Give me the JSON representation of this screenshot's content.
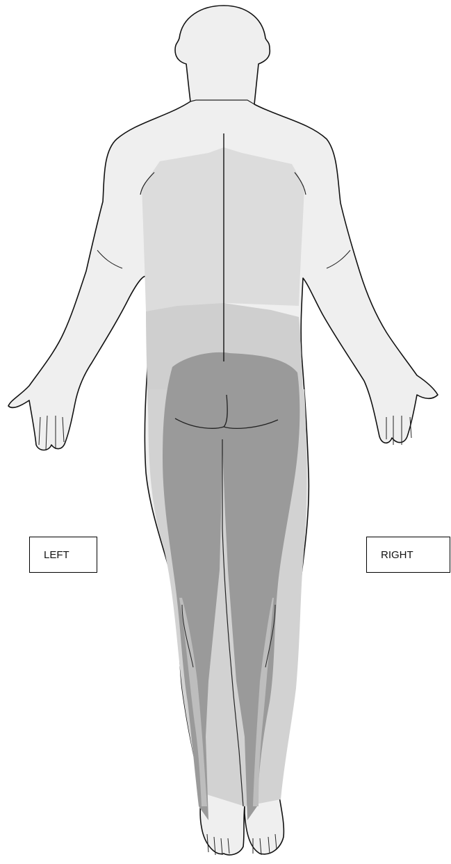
{
  "labels": {
    "left": "LEFT",
    "right": "RIGHT"
  },
  "colors": {
    "outline": "#111111",
    "skin": "#efefef",
    "zone_light": "#dcdcdc",
    "zone_mid": "#cfcfcf",
    "zone_dark": "#9a9a9a",
    "leg_highlight": "#bdbdbd"
  },
  "figure": {
    "view": "posterior",
    "shaded_regions": [
      "upper-back",
      "lower-back-hips",
      "buttocks-and-legs"
    ]
  }
}
